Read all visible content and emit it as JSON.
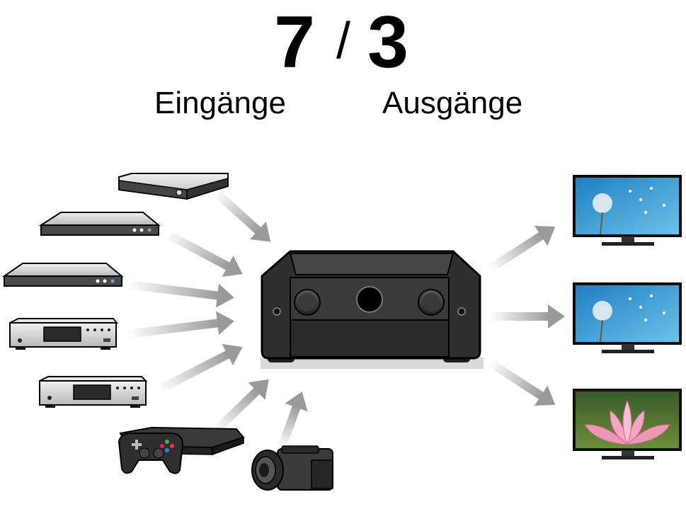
{
  "header": {
    "inputs_count": "7",
    "separator": "/",
    "outputs_count": "3",
    "inputs_label": "Eingänge",
    "outputs_label": "Ausgänge"
  },
  "colors": {
    "arrow": "#9a9a9a",
    "device_dark": "#2b2b2b",
    "device_light": "#d8d8d8",
    "screen_sky": "#3fa3d6",
    "screen_flower": "#f2a6c0"
  },
  "diagram": {
    "hub": {
      "icon": "av-receiver-icon"
    },
    "sources": [
      {
        "icon": "streaming-box-icon"
      },
      {
        "icon": "blu-ray-player-icon"
      },
      {
        "icon": "dvd-player-icon"
      },
      {
        "icon": "cd-player-icon"
      },
      {
        "icon": "tuner-icon"
      },
      {
        "icon": "game-console-icon"
      },
      {
        "icon": "camcorder-icon"
      }
    ],
    "outputs": [
      {
        "icon": "tv-dandelion-icon"
      },
      {
        "icon": "tv-dandelion-icon"
      },
      {
        "icon": "tv-lotus-icon"
      }
    ]
  }
}
